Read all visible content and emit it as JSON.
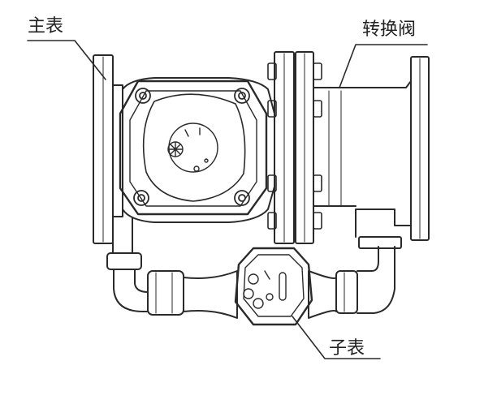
{
  "labels": {
    "main_meter": "主表",
    "changeover_valve": "转换阀",
    "sub_meter": "子表"
  },
  "colors": {
    "line": "#2a2a2a",
    "background": "#ffffff"
  }
}
